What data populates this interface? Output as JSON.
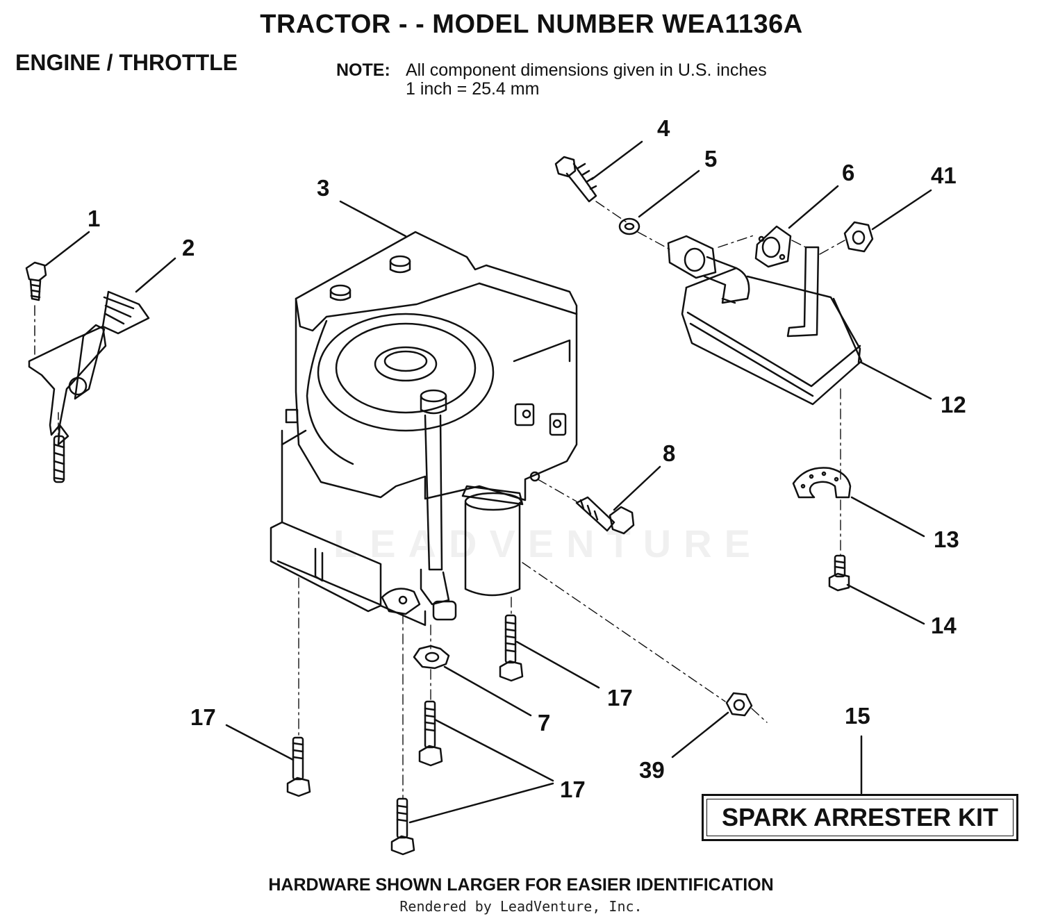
{
  "header": {
    "title": "TRACTOR - - MODEL NUMBER WEA1136A",
    "section": "ENGINE / THROTTLE",
    "note_label": "NOTE:",
    "note_line1": "All component dimensions given in U.S. inches",
    "note_line2": "1 inch = 25.4 mm"
  },
  "callouts": {
    "c1": "1",
    "c2": "2",
    "c3": "3",
    "c4": "4",
    "c5": "5",
    "c6": "6",
    "c41": "41",
    "c12": "12",
    "c8": "8",
    "c13": "13",
    "c14": "14",
    "c17a": "17",
    "c7": "7",
    "c17b": "17",
    "c17c": "17",
    "c39": "39",
    "c15": "15"
  },
  "kit_label": "SPARK ARRESTER KIT",
  "footer": "HARDWARE SHOWN LARGER FOR EASIER IDENTIFICATION",
  "credit": "Rendered by LeadVenture, Inc.",
  "watermark": "LEADVENTURE",
  "icons": [
    "engine-icon",
    "muffler-icon",
    "throttle-control-icon",
    "bolt-icon",
    "washer-icon",
    "nut-icon",
    "gasket-icon",
    "spark-arrester-screen-icon",
    "oil-filter-icon",
    "dipstick-icon"
  ]
}
